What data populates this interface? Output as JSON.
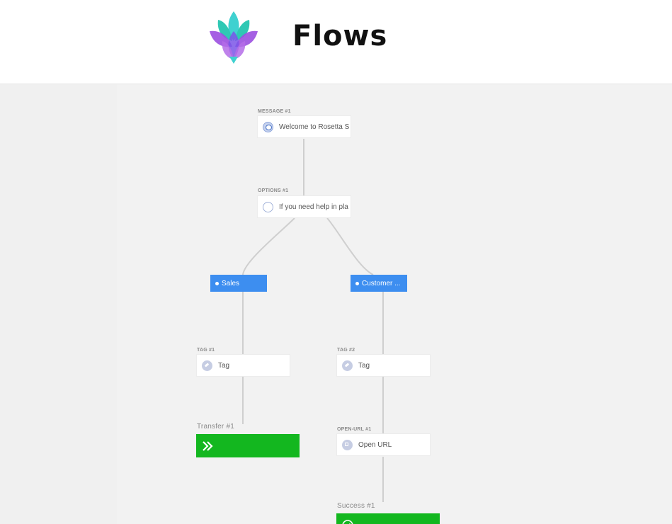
{
  "header": {
    "title": "Flows",
    "logo": "lotus-logo"
  },
  "colors": {
    "canvas_bg": "#f2f2f2",
    "option_blue": "#3d8ef0",
    "end_green": "#13b71f",
    "edge_gray": "#cfcfcf"
  },
  "nodes": {
    "message1": {
      "label": "MESSAGE #1",
      "text": "Welcome to Rosetta S",
      "icon": "chat-bubble-icon"
    },
    "options1": {
      "label": "OPTIONS #1",
      "text": "If you need help in pla",
      "icon": "options-ring-icon"
    },
    "option_sales": {
      "text": "Sales"
    },
    "option_customer": {
      "text": "Customer ..."
    },
    "tag1": {
      "label": "TAG #1",
      "text": "Tag",
      "icon": "tag-icon"
    },
    "tag2": {
      "label": "TAG #2",
      "text": "Tag",
      "icon": "tag-icon"
    },
    "transfer1": {
      "label": "Transfer #1",
      "icon": "transfer-icon"
    },
    "openurl1": {
      "label": "OPEN-URL #1",
      "text": "Open URL",
      "icon": "open-url-icon"
    },
    "success1": {
      "label": "Success #1",
      "icon": "check-circle-icon"
    }
  }
}
